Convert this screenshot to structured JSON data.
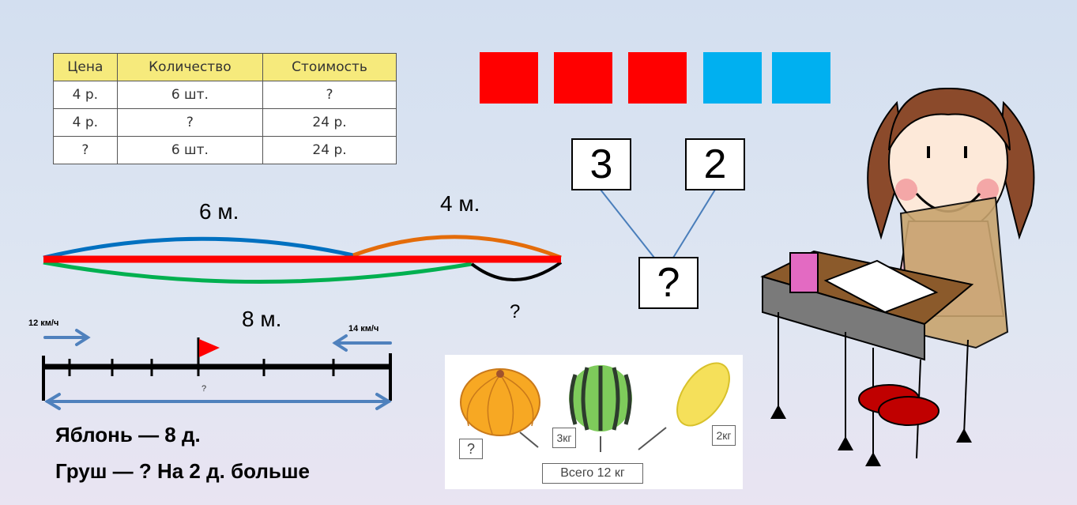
{
  "table": {
    "headers": [
      "Цена",
      "Количество",
      "Стоимость"
    ],
    "rows": [
      [
        "4 р.",
        "6 шт.",
        "?"
      ],
      [
        "4 р.",
        "?",
        "24 р."
      ],
      [
        "?",
        "6 шт.",
        "24 р."
      ]
    ]
  },
  "squares": {
    "red_count": 3,
    "blue_count": 2,
    "colors": {
      "red": "#ff0000",
      "blue": "#00b0f0"
    }
  },
  "tree": {
    "left": "3",
    "right": "2",
    "result": "?"
  },
  "segments": {
    "label_first": "6 м.",
    "label_second": "4 м.",
    "label_total": "8 м.",
    "label_unknown": "?"
  },
  "motion": {
    "speed_left": "12 км/ч",
    "speed_right": "14 км/ч",
    "distance": "?"
  },
  "problem": {
    "line1": "Яблонь — 8 д.",
    "line2": "Груш — ? На 2 д. больше"
  },
  "fruits": {
    "pumpkin": "?",
    "watermelon": "3кг",
    "melon": "2кг",
    "total": "Всего 12 кг"
  }
}
